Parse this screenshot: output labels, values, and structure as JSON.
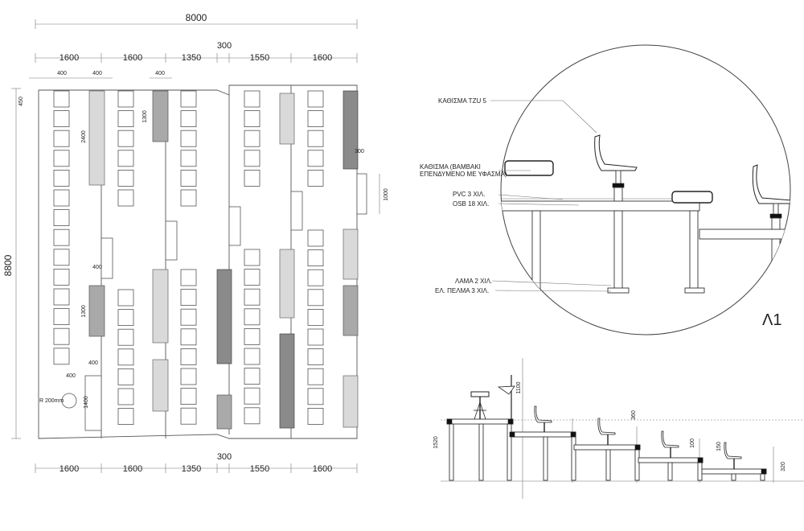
{
  "plan": {
    "overall_width": "8000",
    "overall_height": "8800",
    "aisle_width_top": "300",
    "aisle_width_bottom": "300",
    "column_widths_top": [
      "1600",
      "1600",
      "1350",
      "1550",
      "1600"
    ],
    "column_widths_bottom": [
      "1600",
      "1600",
      "1350",
      "1550",
      "1600"
    ],
    "top_edge": "450",
    "seat_dims": [
      "400",
      "400",
      "400"
    ],
    "bench_1300_a": "1300",
    "bench_2400": "2400",
    "bench_400_mid": "400",
    "bench_1300_b": "1300",
    "bench_400_low": "400",
    "entry_400": "400",
    "entry_1400": "1400",
    "radius_note": "R 200mm",
    "right_300": "300",
    "right_1000": "1000"
  },
  "detail": {
    "label_seat_tzu": "ΚΑΘΙΣΜΑ TZU 5",
    "label_cushion_line1": "ΚΑΘΙΣΜΑ (ΒΑΜΒΑΚΙ",
    "label_cushion_line2": "ΕΠΕΝΔΥΜΕΝΟ ΜΕ ΥΦΑΣΜΑ)",
    "label_pvc": "PVC 3 ΧΙΛ.",
    "label_osb": "OSB 18 ΧΙΛ.",
    "label_plate": "ΛΑΜΑ 2 ΧΙΛ.",
    "label_foot": "ΕΛ. ΠΕΛΜΑ 3 ΧΙΛ.",
    "tag": "Λ1"
  },
  "section": {
    "dim_1520": "1520",
    "dim_1100": "1100",
    "dim_360": "360",
    "dim_100": "100",
    "dim_150": "150",
    "dim_320": "320"
  },
  "colors": {
    "line": "#555555",
    "light_bench": "#d9d9d9",
    "mid_bench": "#a9a9a9",
    "dark_bench": "#8a8a8a"
  }
}
